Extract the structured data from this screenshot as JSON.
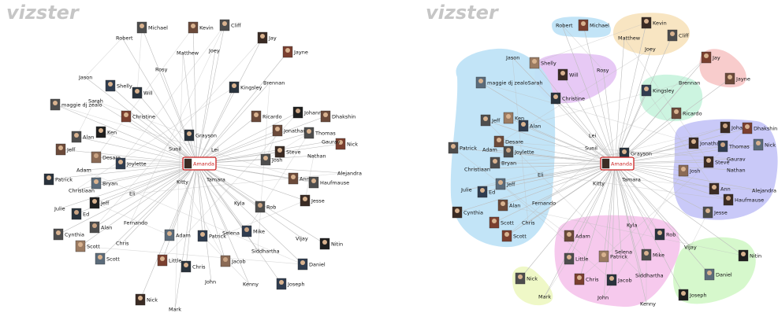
{
  "brand": {
    "logo_text": "vizster"
  },
  "colors": {
    "edge": "#bdbdbd",
    "center_highlight": "#cc2222",
    "cluster_colors": [
      "#bfe3f7",
      "#f8e4bf",
      "#e6c6f4",
      "#f8c9c9",
      "#c9f3de",
      "#c6c6f8",
      "#f6c6ec",
      "#d4f8c9",
      "#eef8c4"
    ]
  },
  "panels": [
    {
      "id": "plain",
      "center": "Amanda",
      "nodes": [
        {
          "label": "Michael",
          "photo": true
        },
        {
          "label": "Robert",
          "photo": false
        },
        {
          "label": "Kevin",
          "photo": true
        },
        {
          "label": "Cliff",
          "photo": true
        },
        {
          "label": "Matthew",
          "photo": false
        },
        {
          "label": "Joey",
          "photo": false
        },
        {
          "label": "Jay",
          "photo": true
        },
        {
          "label": "Jayne",
          "photo": true
        },
        {
          "label": "Rosy",
          "photo": false
        },
        {
          "label": "Jason",
          "photo": false
        },
        {
          "label": "Shelly",
          "photo": true
        },
        {
          "label": "Will",
          "photo": true
        },
        {
          "label": "Sarah",
          "photo": false
        },
        {
          "label": "maggie dj zealo",
          "photo": true
        },
        {
          "label": "Brennan",
          "photo": false
        },
        {
          "label": "Kingsley",
          "photo": true
        },
        {
          "label": "Christine",
          "photo": true
        },
        {
          "label": "Ricardo",
          "photo": true
        },
        {
          "label": "Johanna",
          "photo": true
        },
        {
          "label": "Dhakshin",
          "photo": true
        },
        {
          "label": "Ken",
          "photo": true
        },
        {
          "label": "Alan",
          "photo": true
        },
        {
          "label": "Grayson",
          "photo": true
        },
        {
          "label": "Jonathan",
          "photo": true
        },
        {
          "label": "Thomas",
          "photo": true
        },
        {
          "label": "Nick",
          "photo": true
        },
        {
          "label": "Jeff",
          "photo": true
        },
        {
          "label": "Sunil",
          "photo": false
        },
        {
          "label": "Lei",
          "photo": false
        },
        {
          "label": "Gaurav",
          "photo": false
        },
        {
          "label": "Desare",
          "photo": true
        },
        {
          "label": "Steve",
          "photo": true
        },
        {
          "label": "Joylette",
          "photo": true
        },
        {
          "label": "Josh",
          "photo": true
        },
        {
          "label": "Nathan",
          "photo": false
        },
        {
          "label": "Adam",
          "photo": false
        },
        {
          "label": "Alejandra",
          "photo": false
        },
        {
          "label": "Patrick",
          "photo": true
        },
        {
          "label": "Bryan",
          "photo": true
        },
        {
          "label": "Kitty",
          "photo": false
        },
        {
          "label": "Tamara",
          "photo": false
        },
        {
          "label": "Ann",
          "photo": true
        },
        {
          "label": "Haufmause",
          "photo": true
        },
        {
          "label": "Christiaan",
          "photo": false
        },
        {
          "label": "Eli",
          "photo": false
        },
        {
          "label": "Jesse",
          "photo": true
        },
        {
          "label": "Julie",
          "photo": false
        },
        {
          "label": "Ed",
          "photo": true
        },
        {
          "label": "Jeff",
          "photo": true
        },
        {
          "label": "Kyla",
          "photo": false
        },
        {
          "label": "Rob",
          "photo": true
        },
        {
          "label": "Fernando",
          "photo": false
        },
        {
          "label": "Cynthia",
          "photo": true
        },
        {
          "label": "Alan",
          "photo": true
        },
        {
          "label": "Mike",
          "photo": true
        },
        {
          "label": "Adam",
          "photo": true
        },
        {
          "label": "Patrick",
          "photo": true
        },
        {
          "label": "Selena",
          "photo": false
        },
        {
          "label": "Vijay",
          "photo": false
        },
        {
          "label": "Chris",
          "photo": false
        },
        {
          "label": "Scott",
          "photo": true
        },
        {
          "label": "Nitin",
          "photo": true
        },
        {
          "label": "Scott",
          "photo": true
        },
        {
          "label": "Siddhartha",
          "photo": false
        },
        {
          "label": "Little",
          "photo": true
        },
        {
          "label": "Jacob",
          "photo": true
        },
        {
          "label": "Daniel",
          "photo": true
        },
        {
          "label": "Chris",
          "photo": true
        },
        {
          "label": "John",
          "photo": false
        },
        {
          "label": "Kenny",
          "photo": false
        },
        {
          "label": "Joseph",
          "photo": true
        },
        {
          "label": "Nick",
          "photo": true
        },
        {
          "label": "Mark",
          "photo": false
        }
      ]
    },
    {
      "id": "clustered",
      "center": "Amanda",
      "nodes": [
        {
          "label": "Robert",
          "photo": false
        },
        {
          "label": "Michael",
          "photo": true
        },
        {
          "label": "Kevin",
          "photo": true
        },
        {
          "label": "Matthew",
          "photo": false
        },
        {
          "label": "Cliff",
          "photo": true
        },
        {
          "label": "Joey",
          "photo": false
        },
        {
          "label": "Jay",
          "photo": true
        },
        {
          "label": "Jayne",
          "photo": true
        },
        {
          "label": "Jason",
          "photo": false
        },
        {
          "label": "Shelly",
          "photo": true
        },
        {
          "label": "Will",
          "photo": true
        },
        {
          "label": "Rosy",
          "photo": false
        },
        {
          "label": "maggie dj zealoSarah",
          "photo": true
        },
        {
          "label": "Christine",
          "photo": true
        },
        {
          "label": "Brennan",
          "photo": false
        },
        {
          "label": "Kingsley",
          "photo": true
        },
        {
          "label": "Ricardo",
          "photo": true
        },
        {
          "label": "Johanna",
          "photo": true
        },
        {
          "label": "Dhakshin",
          "photo": true
        },
        {
          "label": "Ken",
          "photo": true
        },
        {
          "label": "Jeff",
          "photo": true
        },
        {
          "label": "Alan",
          "photo": true
        },
        {
          "label": "Lei",
          "photo": false
        },
        {
          "label": "Jonathan",
          "photo": true
        },
        {
          "label": "Thomas",
          "photo": true
        },
        {
          "label": "Nick",
          "photo": true
        },
        {
          "label": "Desare",
          "photo": true
        },
        {
          "label": "Sunil",
          "photo": false
        },
        {
          "label": "Grayson",
          "photo": true
        },
        {
          "label": "Patrick",
          "photo": true
        },
        {
          "label": "Adam",
          "photo": false
        },
        {
          "label": "Joylette",
          "photo": true
        },
        {
          "label": "Steve",
          "photo": true
        },
        {
          "label": "Gaurav",
          "photo": false
        },
        {
          "label": "Christiaan",
          "photo": false
        },
        {
          "label": "Bryan",
          "photo": true
        },
        {
          "label": "Eli",
          "photo": false
        },
        {
          "label": "Kitty",
          "photo": false
        },
        {
          "label": "Tamara",
          "photo": false
        },
        {
          "label": "Josh",
          "photo": true
        },
        {
          "label": "Nathan",
          "photo": false
        },
        {
          "label": "Jeff",
          "photo": true
        },
        {
          "label": "Julie",
          "photo": false
        },
        {
          "label": "Ed",
          "photo": true
        },
        {
          "label": "Ann",
          "photo": true
        },
        {
          "label": "Alejandra",
          "photo": false
        },
        {
          "label": "Fernando",
          "photo": false
        },
        {
          "label": "Haufmause",
          "photo": true
        },
        {
          "label": "Alan",
          "photo": true
        },
        {
          "label": "Cynthia",
          "photo": true
        },
        {
          "label": "Jesse",
          "photo": true
        },
        {
          "label": "Chris",
          "photo": false
        },
        {
          "label": "Scott",
          "photo": true
        },
        {
          "label": "Scott",
          "photo": true
        },
        {
          "label": "Adam",
          "photo": true
        },
        {
          "label": "Kyla",
          "photo": false
        },
        {
          "label": "Rob",
          "photo": true
        },
        {
          "label": "Vijay",
          "photo": false
        },
        {
          "label": "Selena",
          "photo": false
        },
        {
          "label": "Nitin",
          "photo": true
        },
        {
          "label": "Little",
          "photo": true
        },
        {
          "label": "Patrick",
          "photo": true
        },
        {
          "label": "Mike",
          "photo": true
        },
        {
          "label": "Siddhartha",
          "photo": false
        },
        {
          "label": "Daniel",
          "photo": true
        },
        {
          "label": "Chris",
          "photo": true
        },
        {
          "label": "Jacob",
          "photo": true
        },
        {
          "label": "Nick",
          "photo": true
        },
        {
          "label": "John",
          "photo": false
        },
        {
          "label": "Kenny",
          "photo": false
        },
        {
          "label": "Joseph",
          "photo": true
        },
        {
          "label": "Mark",
          "photo": false
        }
      ]
    }
  ]
}
